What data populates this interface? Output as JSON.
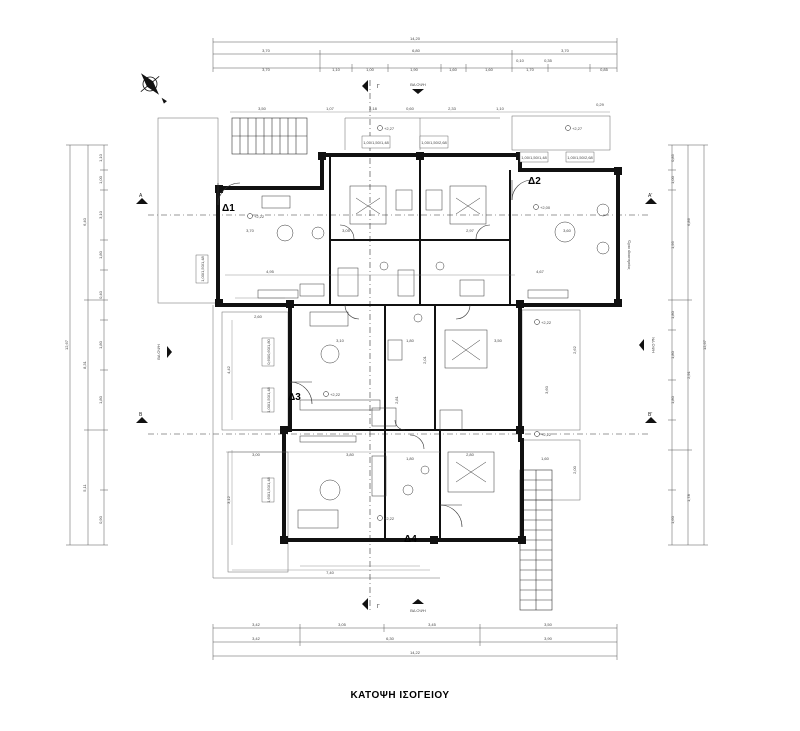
{
  "title": "ΚΑΤΟΨΗ ΙΣΟΓΕΙΟΥ",
  "units": [
    "Δ1",
    "Δ2",
    "Δ3",
    "Δ4"
  ],
  "street_labels": {
    "north": "ΒΑ ΟΨΗ",
    "south": "ΒΔ ΟΨΗ",
    "west": "ΒΑ ΟΨΗ",
    "east": "ΝΔ ΟΨΗ",
    "east_side_note": "Όριο ιδιοκτησίας"
  },
  "section_markers": {
    "A_left": "Α",
    "A_right": "Α'",
    "B_left": "Β",
    "B_right": "Β'",
    "G_top": "Γ",
    "G_bottom": "Γ"
  },
  "top_dims": {
    "total": "14,20",
    "row2": [
      "3,70",
      "6,80",
      "3,70"
    ],
    "row3": [
      "3,70",
      "1,10",
      "1,00",
      "1,90",
      "1,60",
      "0,10",
      "1,60",
      "1,70",
      "0,85"
    ],
    "row3_extra": [
      "0,35"
    ]
  },
  "bottom_dims": {
    "row1": [
      "3,42",
      "3,05",
      "3,45",
      "3,50"
    ],
    "row2": [
      "3,42",
      "6,30",
      "3,90"
    ],
    "total": "14,22"
  },
  "left_dims": {
    "outer": "12,67",
    "mid": [
      "6,40",
      "8,31",
      "5,11"
    ],
    "inner": [
      "1,10",
      "1,00",
      "3,10",
      "1,80",
      "0,40",
      "1,80",
      "1,80",
      "0,90"
    ]
  },
  "right_dims": {
    "outer": "12,67",
    "mid": [
      "6,86",
      "2,91",
      "1,78"
    ],
    "inner": [
      "0,85",
      "1,00",
      "1,95",
      "1,80",
      "1,80",
      "1,80",
      "1,60"
    ]
  },
  "interior_dims": [
    "3,50",
    "1,07",
    "2,18",
    "0,60",
    "2,33",
    "1,10",
    "0,29",
    "4,95",
    "3,05",
    "2,97",
    "4,67",
    "3,60",
    "3,70",
    "1,80",
    "2,80",
    "3,10",
    "2,60",
    "1,80",
    "3,50",
    "2,81",
    "3,80",
    "2,62",
    "7,40",
    "4,42",
    "2,01",
    "3,00",
    "3,12",
    "1,60",
    "2,00",
    "3,60"
  ],
  "window_tags": [
    "1,00/1,50/1,48",
    "1,00/1,50/2,68",
    "1,00/1,50/1,48",
    "1,00/1,50/2,68",
    "1,00/1,50/1,48",
    "0,60/0,60/1,80",
    "1,00/1,50/1,48",
    "1,60/1,50/1,48"
  ],
  "level_marks": [
    "+2,22",
    "+2,27",
    "+2,00",
    "+2,27",
    "+2,22",
    "+2,22",
    "+2,22",
    "+2,22"
  ],
  "colors": {
    "wall": "#111111",
    "line": "#222222",
    "thin": "#555555",
    "axis": "#333333"
  }
}
